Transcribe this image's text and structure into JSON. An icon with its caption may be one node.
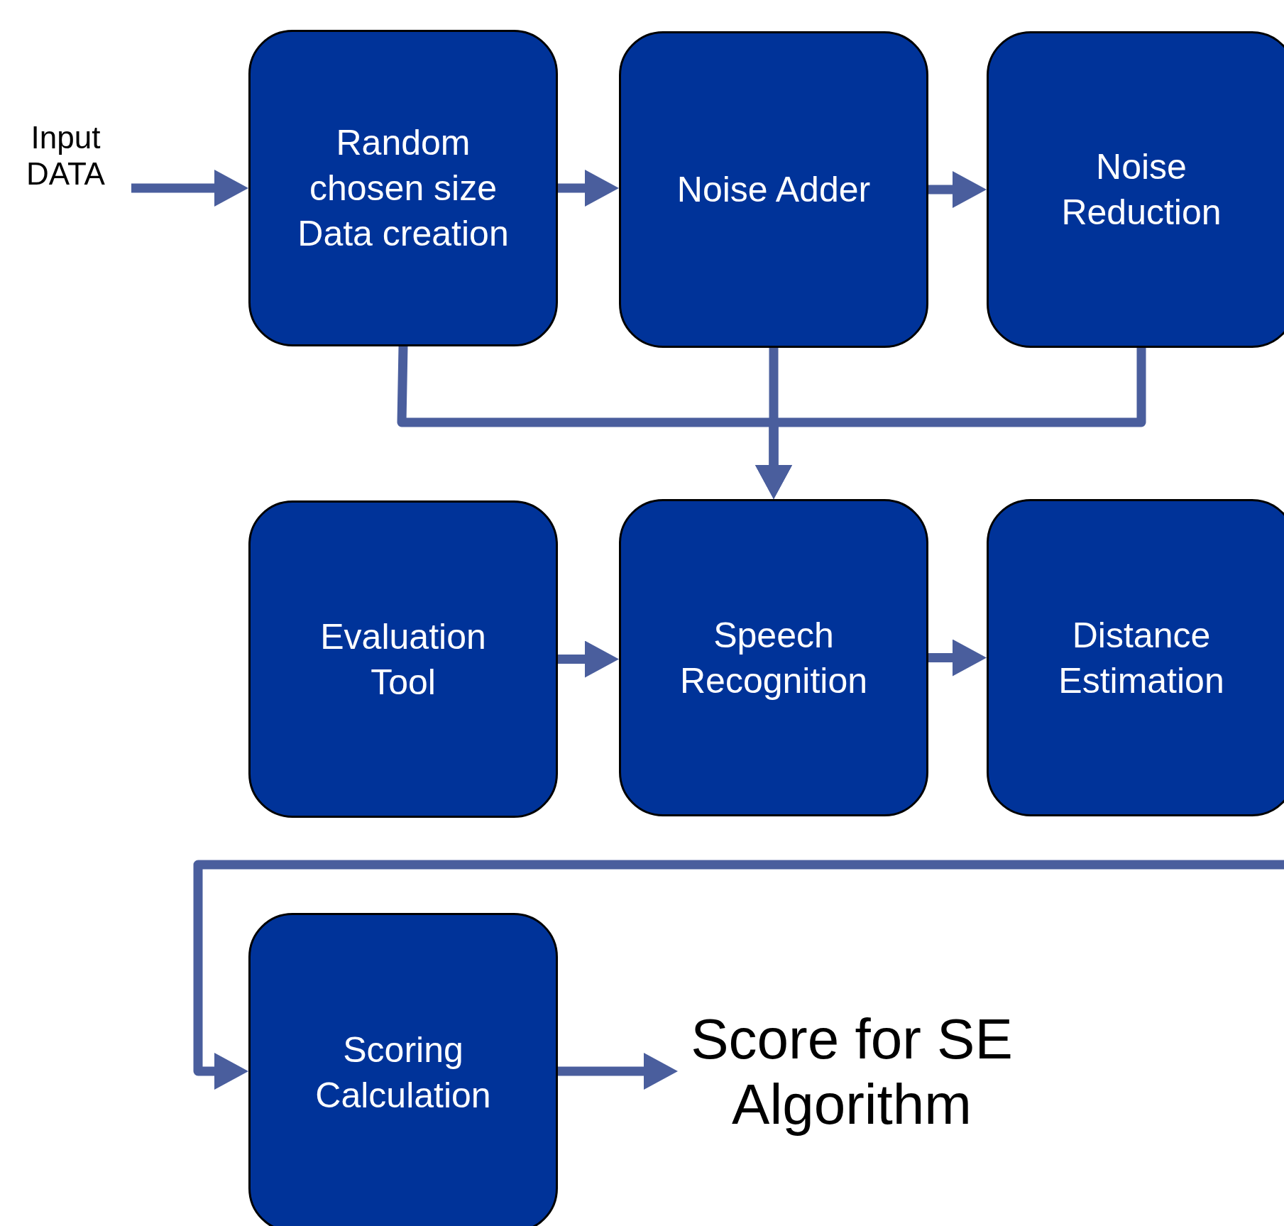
{
  "diagram": {
    "nodes": [
      {
        "text": [
          "Input DATA"
        ]
      },
      {
        "text": [
          "Random chosen size Data creation"
        ]
      },
      {
        "text": [
          "Noise Adder"
        ]
      },
      {
        "text": [
          "Noise Reduction"
        ]
      },
      {
        "text": [
          "Evaluation Tool"
        ]
      },
      {
        "text": [
          "Speech Recognition"
        ]
      },
      {
        "text": [
          "Distance Estimation"
        ]
      },
      {
        "text": [
          "Scoring Calculation"
        ]
      },
      {
        "text": [
          "Score for SE Algorithm"
        ]
      }
    ],
    "edges": [
      {
        "from": 0,
        "to": 1,
        "arrow": "to"
      },
      {
        "from": 1,
        "to": 2,
        "arrow": "to"
      },
      {
        "from": 2,
        "to": 3,
        "arrow": "to"
      },
      {
        "from": 1,
        "to": 5,
        "arrow": "to"
      },
      {
        "from": 2,
        "to": 5,
        "arrow": "to"
      },
      {
        "from": 3,
        "to": 5,
        "arrow": "to"
      },
      {
        "from": 4,
        "to": 5,
        "arrow": "to"
      },
      {
        "from": 5,
        "to": 6,
        "arrow": "to"
      },
      {
        "from": 6,
        "to": 7,
        "arrow": "to"
      },
      {
        "from": 7,
        "to": 8,
        "arrow": "to"
      }
    ]
  }
}
